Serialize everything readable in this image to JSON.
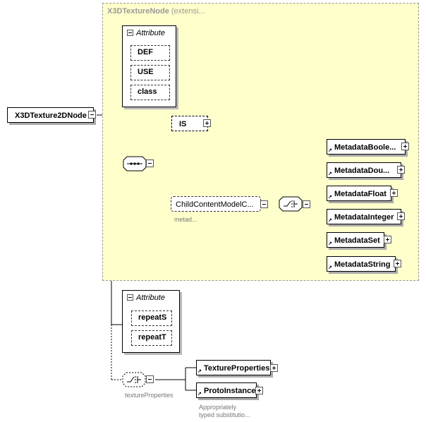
{
  "extension": {
    "name": "X3DTextureNode",
    "suffix": "(extensi..."
  },
  "root": {
    "label": "X3DTexture2DNode"
  },
  "attributes_inherited": {
    "heading": "Attribute",
    "items": [
      "DEF",
      "USE",
      "class"
    ]
  },
  "attributes_own": {
    "heading": "Attribute",
    "items": [
      "repeatS",
      "repeatT"
    ]
  },
  "is_element": {
    "label": "IS"
  },
  "child_group": {
    "label": "ChildContentModelC...",
    "note": "metad..."
  },
  "metadata_elements": [
    "MetadataBoole...",
    "MetadataDou...",
    "MetadataFloat",
    "MetadataInteger",
    "MetadataSet",
    "MetadataString"
  ],
  "texture_choice": {
    "label": "textureProperties"
  },
  "texture_elements": [
    "TextureProperties",
    "ProtoInstance"
  ],
  "proto_note": {
    "line1": "Appropriately",
    "line2": "typed substitutio..."
  },
  "colors": {
    "extension_bg": "#ffffcc",
    "border": "#000000",
    "gray_text": "#999999"
  }
}
